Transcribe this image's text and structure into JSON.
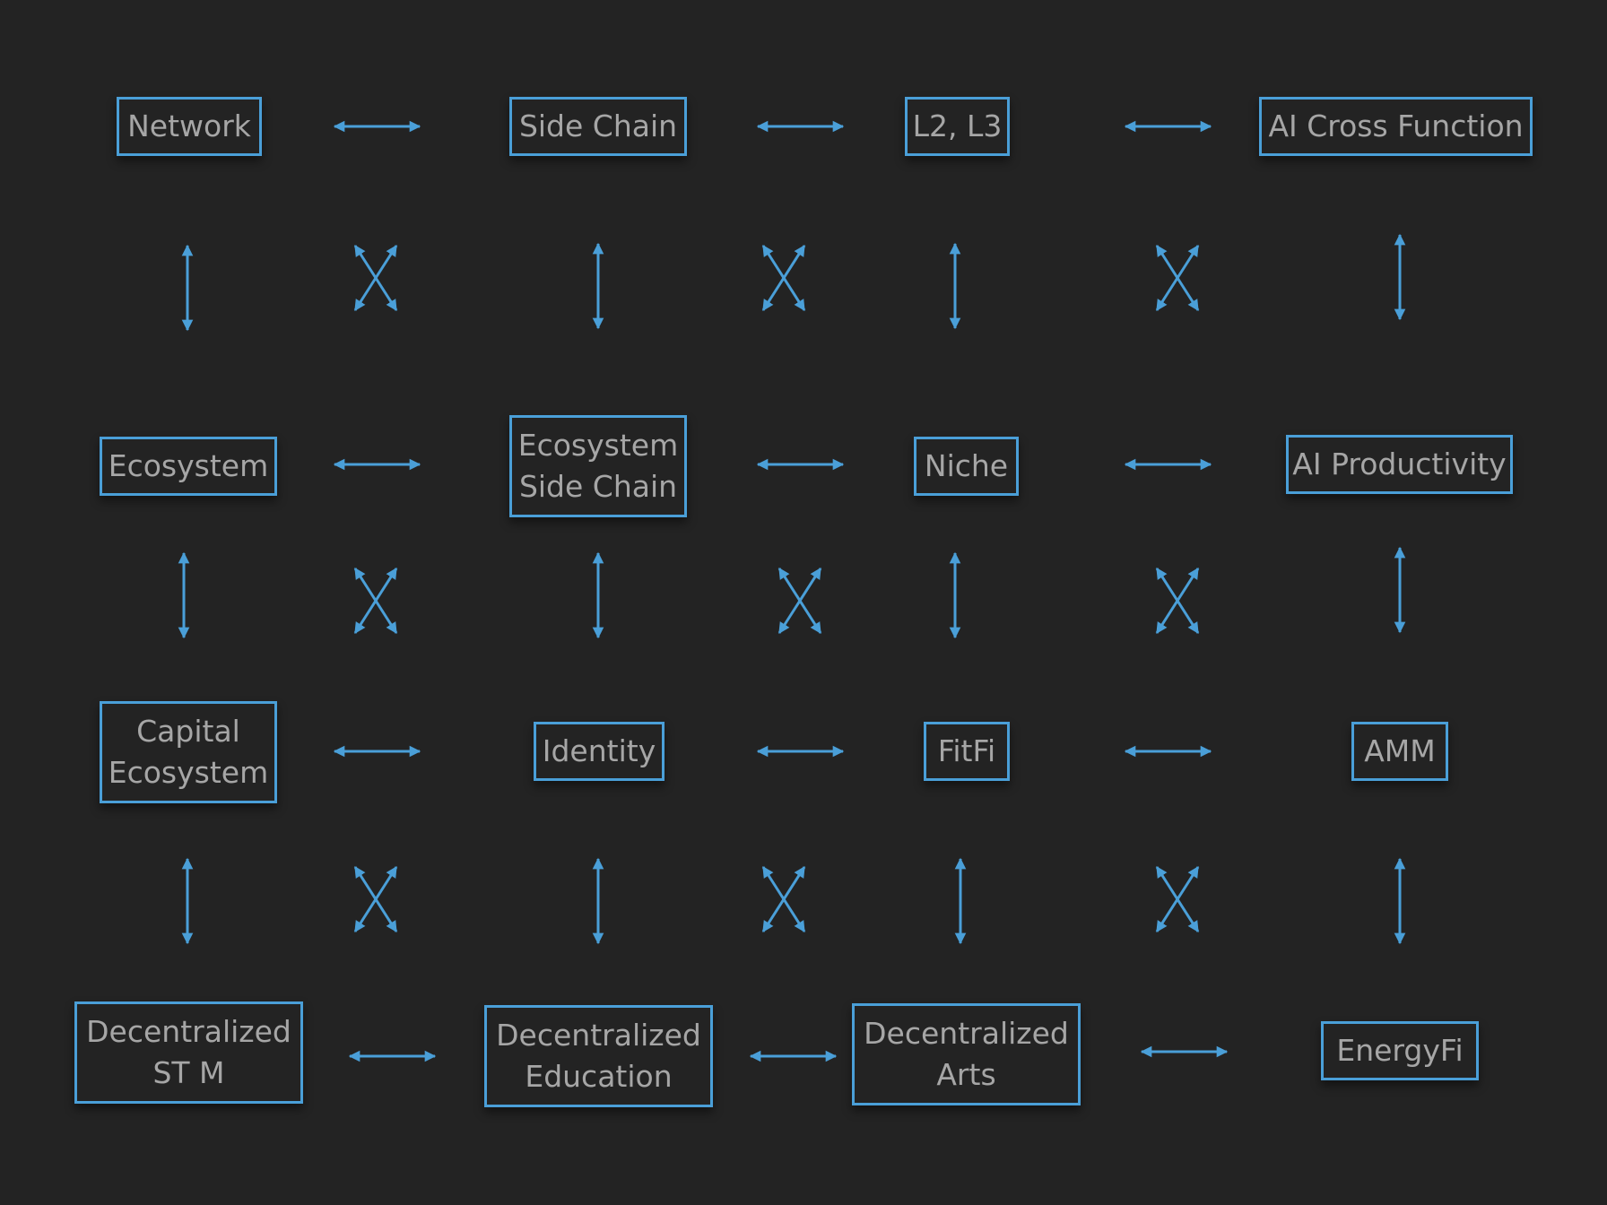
{
  "colors": {
    "background": "#232323",
    "stroke": "#4a9fd8",
    "text": "#a6a6a6"
  },
  "grid": [
    [
      {
        "lines": [
          "Network"
        ]
      },
      {
        "lines": [
          "Side Chain"
        ]
      },
      {
        "lines": [
          "L2, L3"
        ]
      },
      {
        "lines": [
          "AI Cross Function"
        ]
      }
    ],
    [
      {
        "lines": [
          "Ecosystem"
        ]
      },
      {
        "lines": [
          "Ecosystem",
          "Side Chain"
        ]
      },
      {
        "lines": [
          "Niche"
        ]
      },
      {
        "lines": [
          "AI Productivity"
        ]
      }
    ],
    [
      {
        "lines": [
          "Capital",
          "Ecosystem"
        ]
      },
      {
        "lines": [
          "Identity"
        ]
      },
      {
        "lines": [
          "FitFi"
        ]
      },
      {
        "lines": [
          "AMM"
        ]
      }
    ],
    [
      {
        "lines": [
          "Decentralized",
          "ST M"
        ]
      },
      {
        "lines": [
          "Decentralized",
          "Education"
        ]
      },
      {
        "lines": [
          "Decentralized",
          "Arts"
        ]
      },
      {
        "lines": [
          "EnergyFi"
        ]
      }
    ]
  ],
  "connections": {
    "horizontal": "bidirectional",
    "vertical": "bidirectional",
    "diagonal": "bidirectional-cross"
  }
}
